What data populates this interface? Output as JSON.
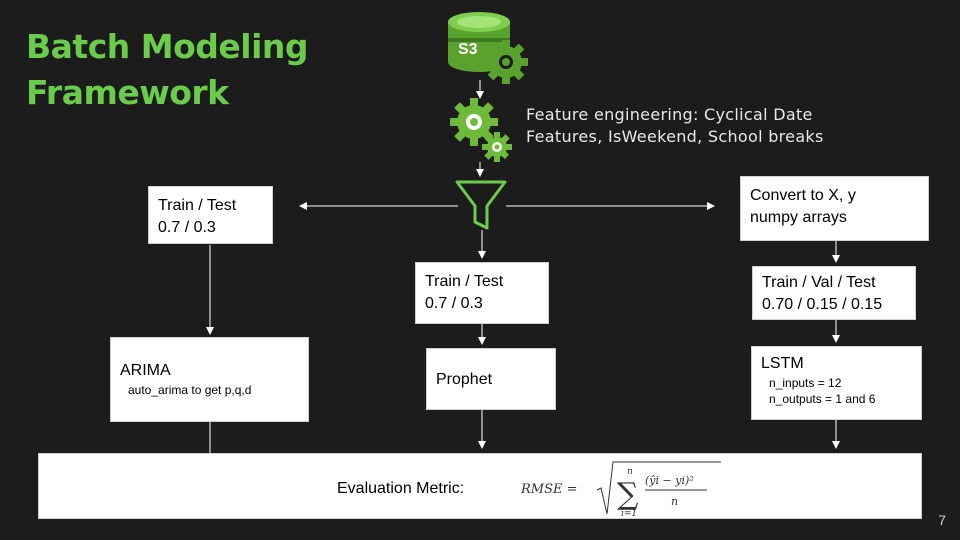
{
  "title": {
    "line1": "Batch Modeling",
    "line2": "Framework"
  },
  "s3_label": "S3",
  "feature_engineering": {
    "line1": "Feature engineering: Cyclical Date",
    "line2": "Features, IsWeekend, School breaks"
  },
  "left_split": {
    "line1": "Train / Test",
    "line2": "0.7 / 0.3"
  },
  "center_split": {
    "line1": "Train / Test",
    "line2": "0.7 / 0.3"
  },
  "right_convert": {
    "line1": "Convert to X, y",
    "line2": "numpy arrays"
  },
  "right_split": {
    "line1": "Train / Val / Test",
    "line2": "0.70 / 0.15 / 0.15"
  },
  "arima": {
    "name": "ARIMA",
    "detail": "auto_arima to get p,q,d"
  },
  "prophet": {
    "name": "Prophet"
  },
  "lstm": {
    "name": "LSTM",
    "detail1": "n_inputs = 12",
    "detail2": "n_outputs = 1 and 6"
  },
  "evaluation": {
    "label": "Evaluation Metric:",
    "formula_lhs": "RMSE =",
    "sum_upper": "n",
    "sum_lower": "i=1",
    "numerator": "(ŷi − yi)²",
    "denominator": "n"
  },
  "page_number": "7",
  "colors": {
    "accent": "#6acc4a",
    "background": "#1c1c1c",
    "icon_green": "#5aa22e",
    "box": "#ffffff"
  }
}
